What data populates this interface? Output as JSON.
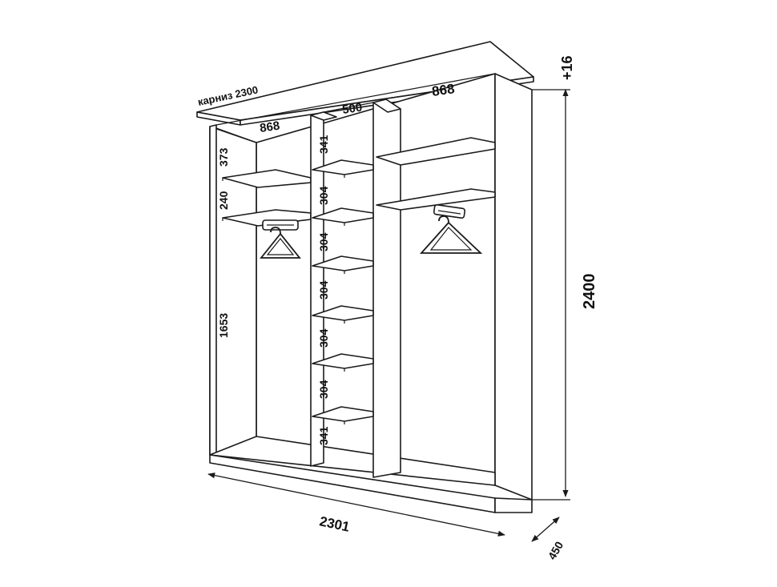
{
  "labels": {
    "cornice": "карниз 2300",
    "total_width": "2301",
    "total_height": "2400",
    "cornice_height": "+16",
    "depth": "450",
    "left_section_width": "868",
    "middle_section_width": "500",
    "right_section_width": "868",
    "left_top_shelf": "373",
    "left_second_shelf": "240",
    "left_hanging": "1653",
    "middle_shelves": [
      "341",
      "304",
      "304",
      "304",
      "304",
      "304",
      "341"
    ]
  },
  "icons": [
    "hanger-icon",
    "hanger-icon"
  ]
}
